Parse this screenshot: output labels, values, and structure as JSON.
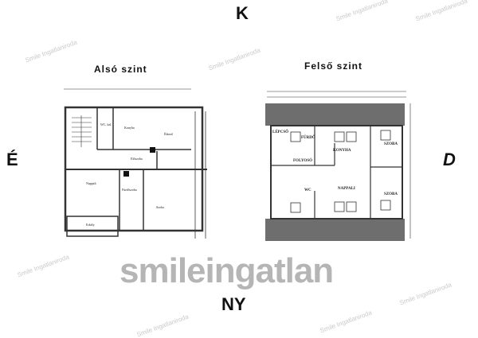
{
  "compass": {
    "north": "K",
    "west": "É",
    "east": "D",
    "south": "NY"
  },
  "plans": {
    "lower": {
      "title": "Alsó szint",
      "rooms": [
        "WC, kzl.",
        "Konyha",
        "Étkező",
        "Előszoba",
        "Nappali",
        "Fürdőszoba",
        "Szoba",
        "Erkély"
      ]
    },
    "upper": {
      "title": "Felső szint",
      "rooms": [
        "LÉPCSŐ",
        "FÜRDŐ",
        "KONYHA",
        "SZOBA",
        "FOLYOSÓ",
        "NAPPALI",
        "SZOBA",
        "WC"
      ]
    }
  },
  "watermark": {
    "logo": "smileingatlan",
    "small": "Smile Ingatlaniroda"
  }
}
